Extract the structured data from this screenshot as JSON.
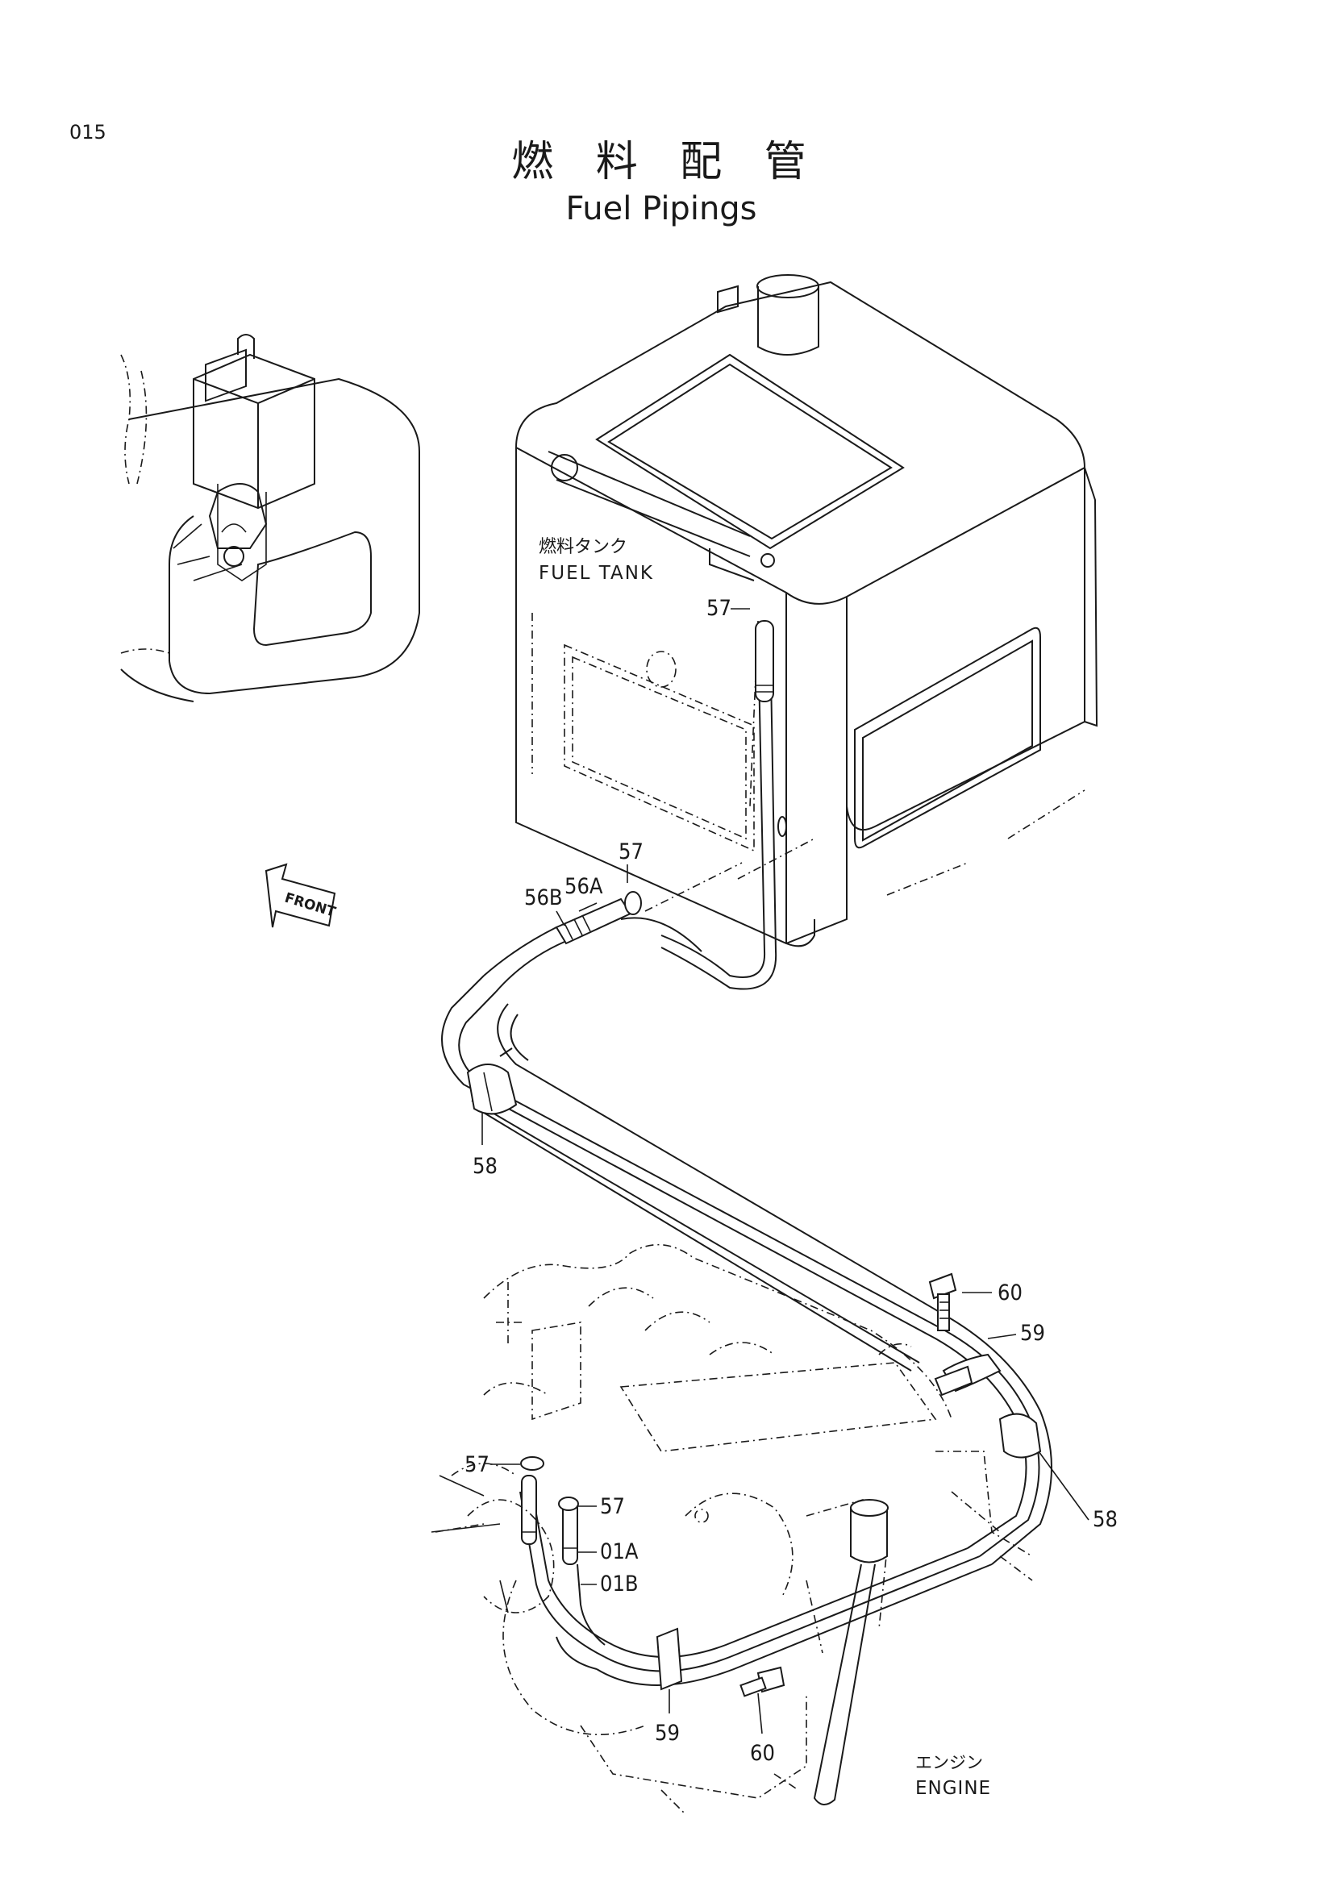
{
  "page_number": "015",
  "title_ja": "燃 料 配 管",
  "title_en": "Fuel Pipings",
  "components": {
    "fuel_tank_ja": "燃料タンク",
    "fuel_tank_en": "FUEL TANK",
    "engine_ja": "エンジン",
    "engine_en": "ENGINE",
    "front_arrow": "FRONT"
  },
  "callouts": {
    "c57_tank_top": "57",
    "c57_tank_bottom": "57",
    "c56A": "56A",
    "c56B": "56B",
    "c58_left": "58",
    "c60_upper": "60",
    "c59_upper": "59",
    "c58_right": "58",
    "c57_engine_left": "57",
    "c57_engine_right": "57",
    "c01A": "01A",
    "c01B": "01B",
    "c59_lower": "59",
    "c60_lower": "60"
  }
}
